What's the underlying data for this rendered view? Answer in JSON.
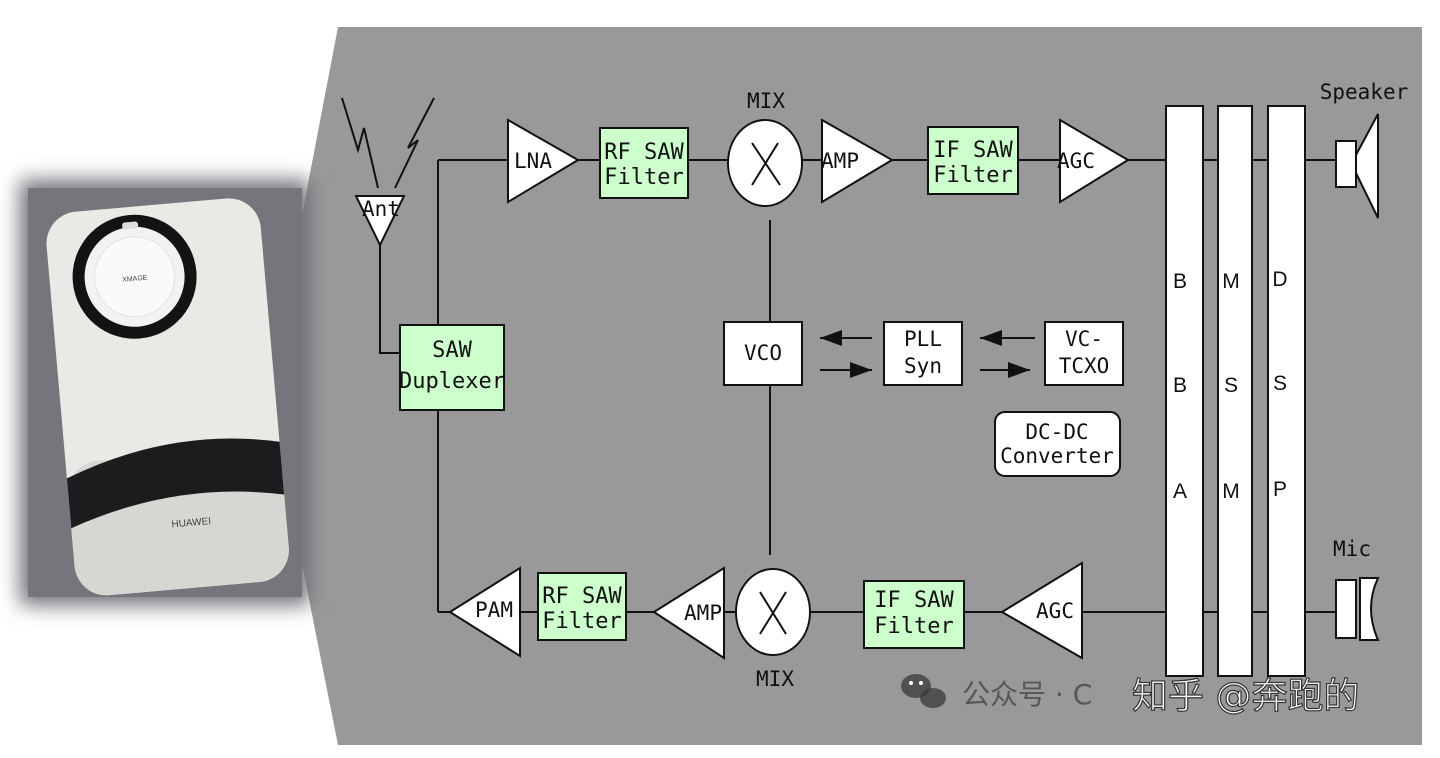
{
  "diagram": {
    "antenna": "Ant",
    "duplexer": [
      "SAW",
      "Duplexer"
    ],
    "receive_chain": {
      "lna": "LNA",
      "rf_filter": [
        "RF SAW",
        "Filter"
      ],
      "mixer": "MIX",
      "amp": "AMP",
      "if_filter": [
        "IF SAW",
        "Filter"
      ],
      "agc": "AGC"
    },
    "transmit_chain": {
      "pam": "PAM",
      "rf_filter": [
        "RF SAW",
        "Filter"
      ],
      "amp": "AMP",
      "mixer": "MIX",
      "if_filter": [
        "IF SAW",
        "Filter"
      ],
      "agc": "AGC"
    },
    "vco": "VCO",
    "pll": [
      "PLL",
      "Syn"
    ],
    "tcxo": [
      "VC-",
      "TCXO"
    ],
    "dcdc": [
      "DC-DC",
      "Converter"
    ],
    "bba": [
      "B",
      "B",
      "A"
    ],
    "msm": [
      "M",
      "S",
      "M"
    ],
    "dsp": [
      "D",
      "S",
      "P"
    ],
    "speaker": "Speaker",
    "mic": "Mic"
  },
  "phone": {
    "brand": "HUAWEI",
    "camera_badge": "XMAGE"
  },
  "watermark": {
    "wechat": "公众号 · C",
    "zhihu": "知乎 @奔跑的"
  },
  "colors": {
    "panel": "#999999",
    "filter_fill": "#ccffcc",
    "block_fill": "#ffffff"
  }
}
